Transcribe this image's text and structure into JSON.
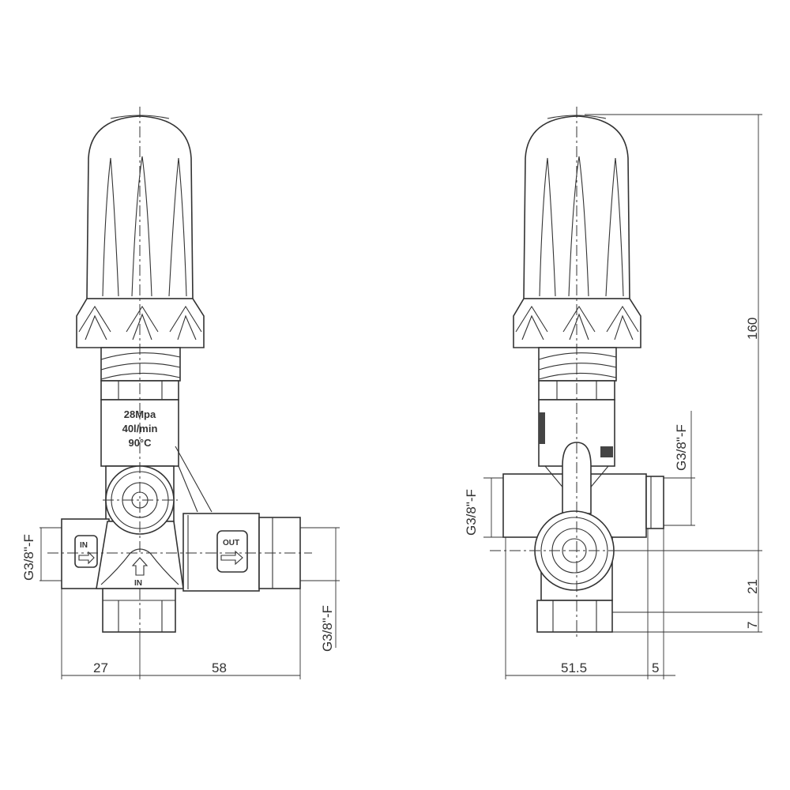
{
  "front_view": {
    "body_label": [
      "28Mpa",
      "40l/min",
      "90°C"
    ],
    "in_label_side": "IN",
    "in_label_bottom": "IN",
    "out_label": "OUT",
    "dimensions": {
      "left_offset": "27",
      "outlet_length": "58"
    },
    "thread_inlet": "G3/8\"-F",
    "thread_outlet": "G3/8\"-F"
  },
  "side_view": {
    "dimensions": {
      "height": "160",
      "port_height": "21",
      "base_height": "7",
      "width": "51.5",
      "fitting": "5"
    },
    "thread_left": "G3/8\"-F",
    "thread_right": "G3/8\"-F"
  },
  "colors": {
    "line": "#333333",
    "background": "#ffffff"
  }
}
